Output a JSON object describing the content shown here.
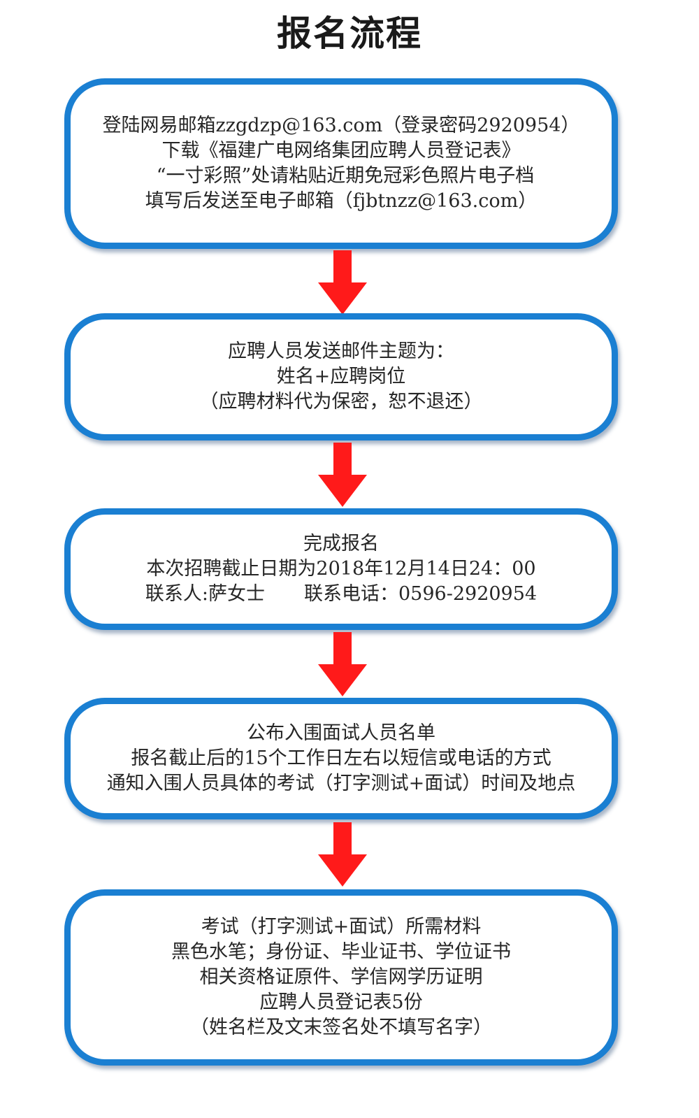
{
  "title": "报名流程",
  "colors": {
    "box_border": "#1a7fd2",
    "arrow": "#ff1a1a"
  },
  "steps": [
    {
      "lines": [
        "登陆网易邮箱zzgdzp@163.com（登录密码2920954）",
        "下载《福建广电网络集团应聘人员登记表》",
        "“一寸彩照”处请粘贴近期免冠彩色照片电子档",
        "填写后发送至电子邮箱（fjbtnzz@163.com）"
      ]
    },
    {
      "lines": [
        "应聘人员发送邮件主题为：",
        "姓名+应聘岗位",
        "（应聘材料代为保密，恕不退还）"
      ]
    },
    {
      "lines": [
        "完成报名",
        "本次招聘截止日期为2018年12月14日24：00"
      ],
      "contact_name": "联系人:萨女士",
      "contact_phone": "联系电话：0596-2920954"
    },
    {
      "lines": [
        "公布入围面试人员名单",
        "报名截止后的15个工作日左右以短信或电话的方式",
        "通知入围人员具体的考试（打字测试+面试）时间及地点"
      ]
    },
    {
      "lines": [
        "考试（打字测试+面试）所需材料",
        "黑色水笔；身份证、毕业证书、学位证书",
        "相关资格证原件、学信网学历证明",
        "应聘人员登记表5份",
        "（姓名栏及文末签名处不填写名字）"
      ]
    }
  ],
  "arrows": [
    "down-arrow",
    "down-arrow",
    "down-arrow",
    "down-arrow"
  ]
}
